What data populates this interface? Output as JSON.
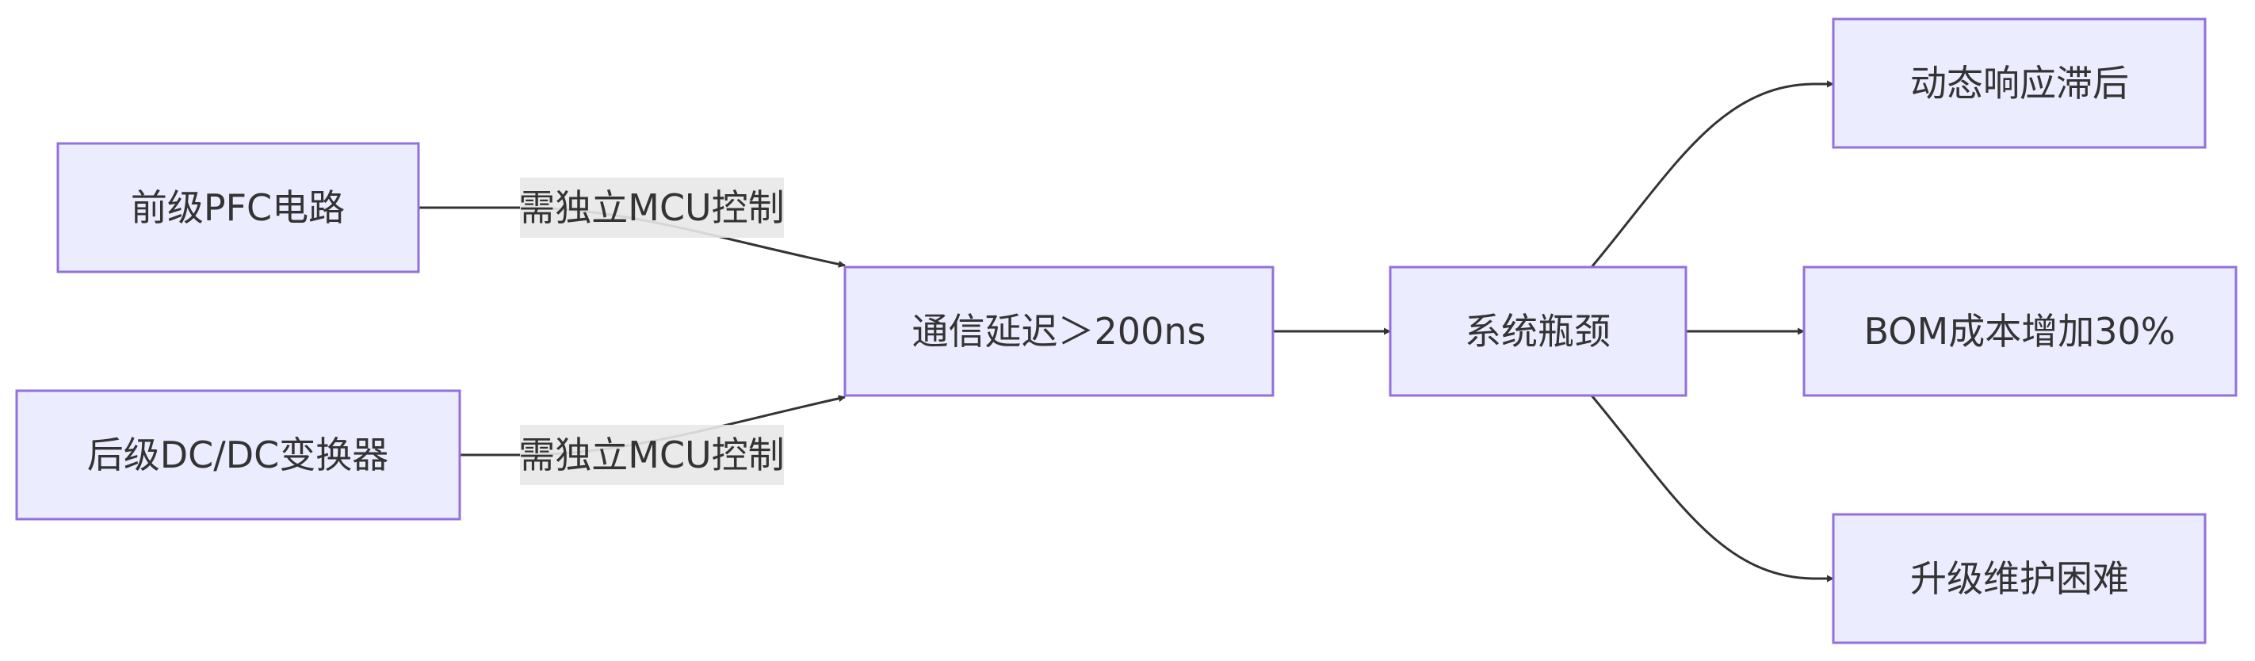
{
  "diagram": {
    "nodes": {
      "pfc": "前级PFC电路",
      "dcdc": "后级DC/DC变换器",
      "latency": "通信延迟＞200ns",
      "bottleneck": "系统瓶颈",
      "dynamic": "动态响应滞后",
      "bom": "BOM成本增加30%",
      "maintenance": "升级维护困难"
    },
    "edge_labels": {
      "pfc_to_latency": "需独立MCU控制",
      "dcdc_to_latency": "需独立MCU控制"
    },
    "colors": {
      "node_fill": "#ECECFF",
      "node_stroke": "#9370DB",
      "edge": "#333333",
      "text": "#333333",
      "label_bg": "#E8E8E8"
    }
  }
}
